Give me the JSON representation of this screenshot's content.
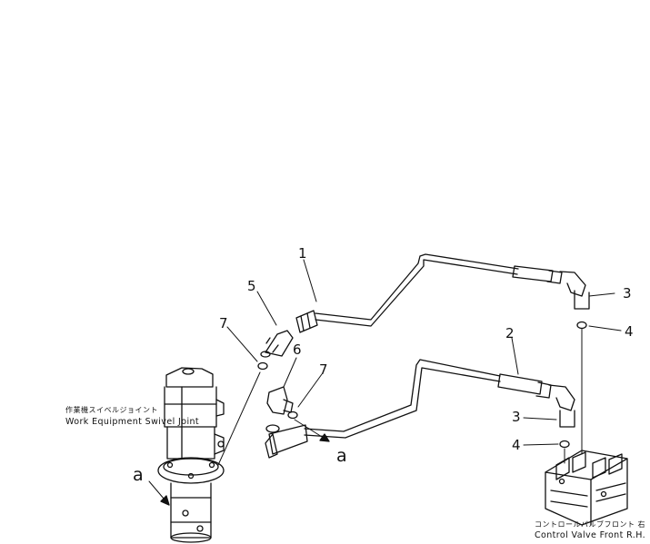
{
  "callouts": {
    "c1": "1",
    "c2": "2",
    "c3a": "3",
    "c3b": "3",
    "c4a": "4",
    "c4b": "4",
    "c5": "5",
    "c6": "6",
    "c7a": "7",
    "c7b": "7"
  },
  "connection_marks": {
    "a_left": "a",
    "a_center": "a"
  },
  "swivel_joint_label": {
    "jp": "作業機スイベルジョイント",
    "en": "Work Equipment Swivel Joint"
  },
  "control_valve_label": {
    "jp": "コントロールバルブフロント 右",
    "en": "Control Valve Front R.H."
  },
  "colors": {
    "line": "#111111",
    "background": "#ffffff"
  }
}
